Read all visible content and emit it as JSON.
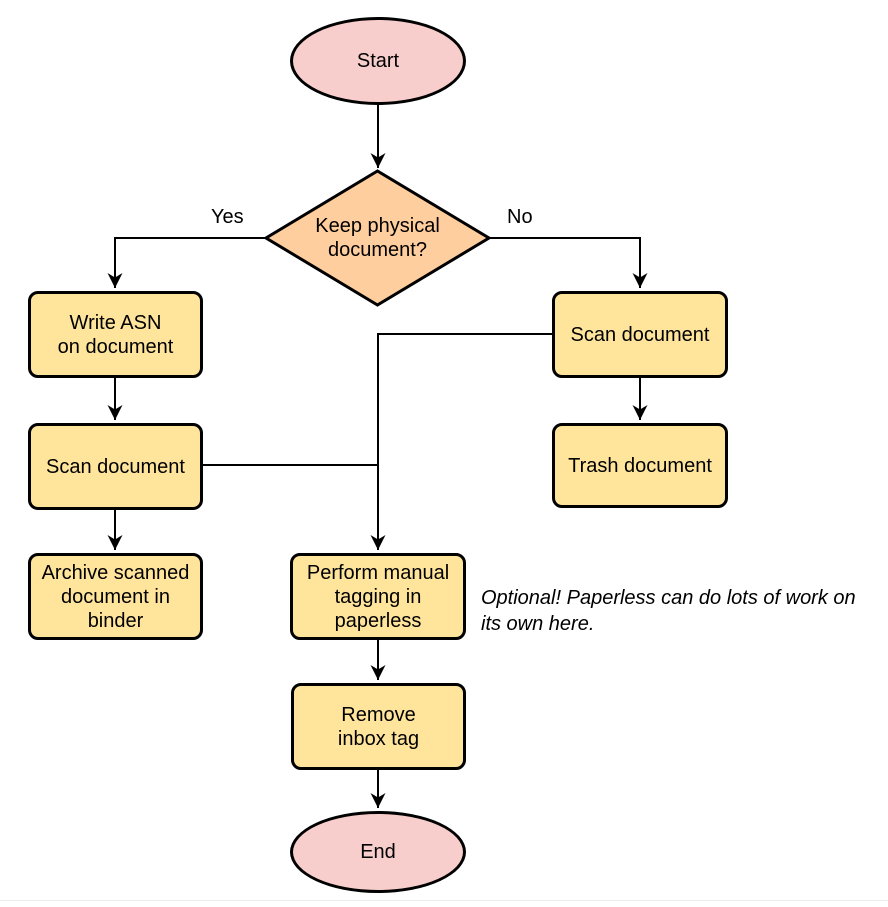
{
  "colors": {
    "terminal_fill": "#F8CECC",
    "decision_fill": "#FFCE9E",
    "process_fill": "#FFE59C",
    "stroke": "#000000",
    "text": "#000000",
    "page_edge": "#ECECEC"
  },
  "nodes": {
    "start": {
      "label": "Start",
      "type": "terminal"
    },
    "decision": {
      "label": "Keep physical\ndocument?",
      "type": "decision"
    },
    "write_asn": {
      "label": "Write ASN\non document",
      "type": "process"
    },
    "scan_left": {
      "label": "Scan document",
      "type": "process"
    },
    "archive": {
      "label": "Archive scanned\ndocument in\nbinder",
      "type": "process"
    },
    "scan_right": {
      "label": "Scan document",
      "type": "process"
    },
    "trash": {
      "label": "Trash document",
      "type": "process"
    },
    "tagging": {
      "label": "Perform manual\ntagging in\npaperless",
      "type": "process"
    },
    "remove_inbox": {
      "label": "Remove\ninbox tag",
      "type": "process"
    },
    "end": {
      "label": "End",
      "type": "terminal"
    }
  },
  "edge_labels": {
    "yes": "Yes",
    "no": "No"
  },
  "annotation": {
    "text": "Optional! Paperless can do lots of work on\nits own here."
  }
}
